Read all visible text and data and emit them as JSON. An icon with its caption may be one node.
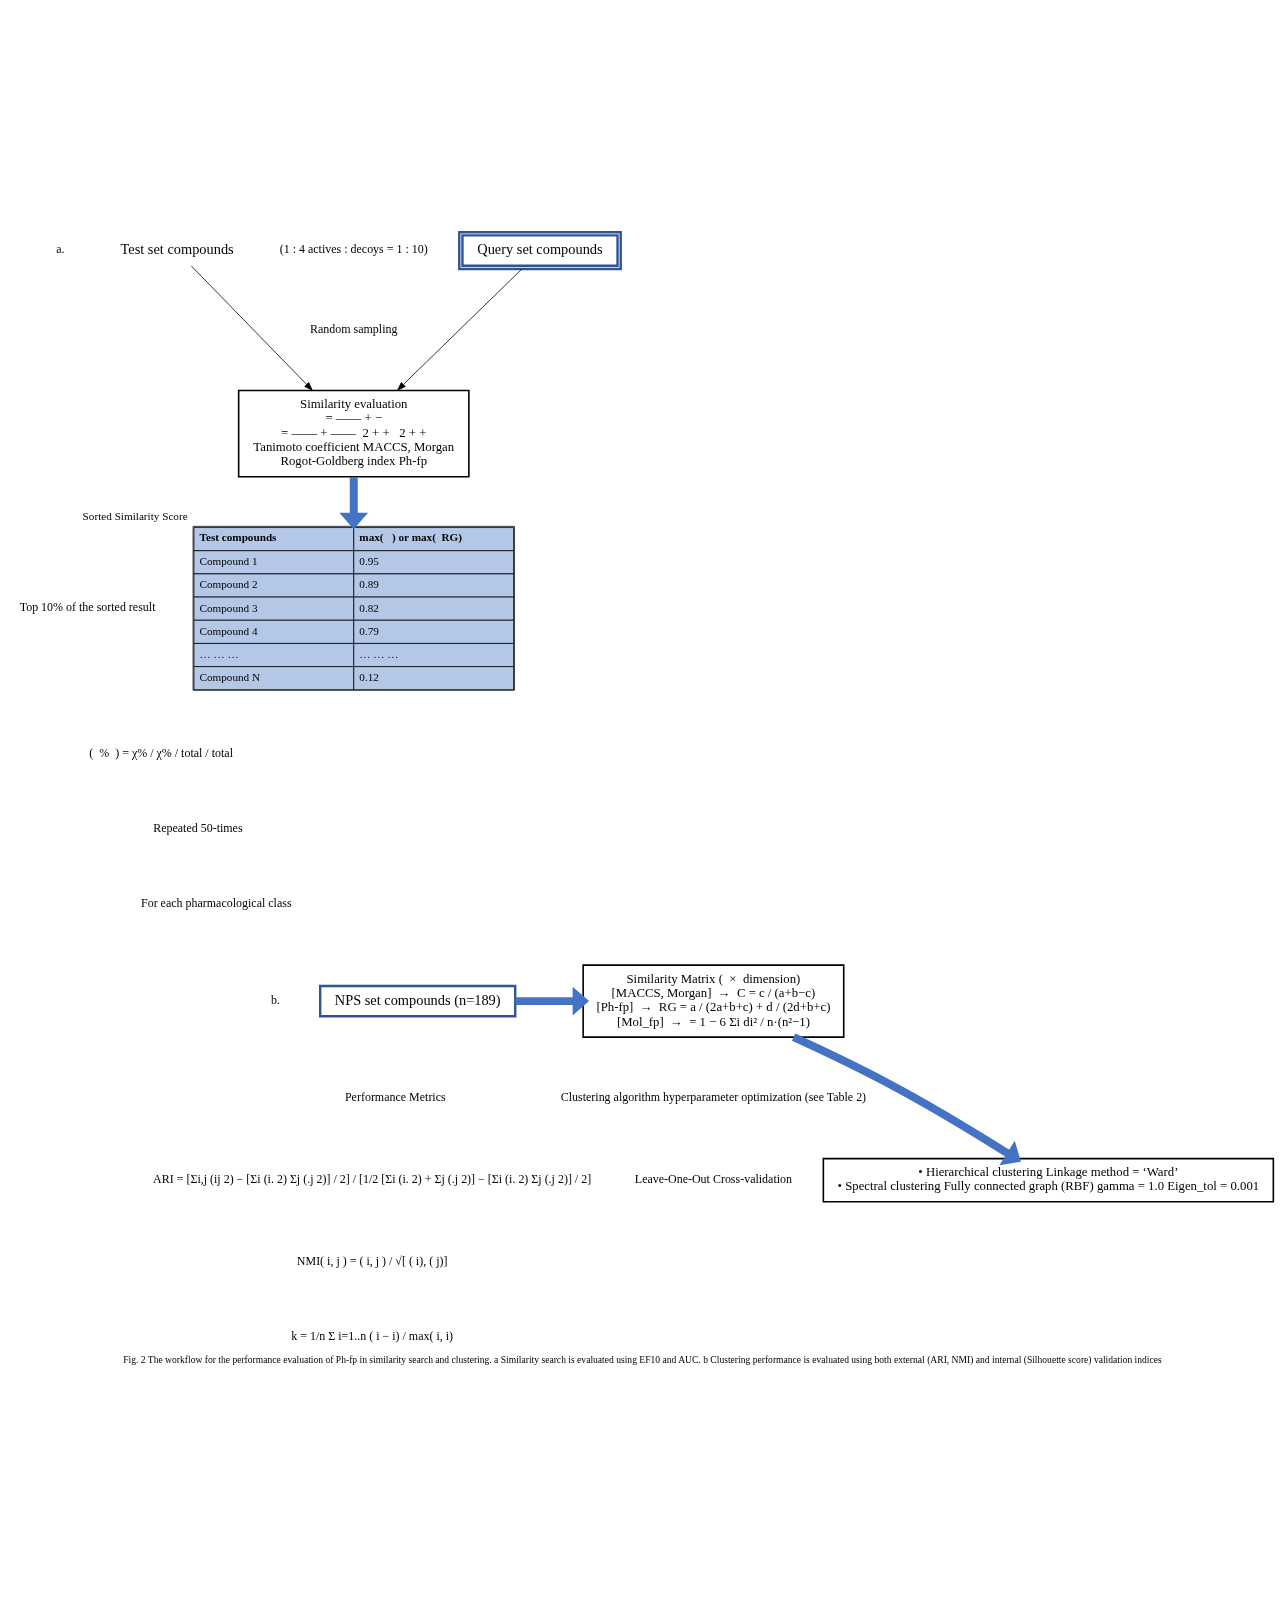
{
  "diagram": {
    "caption": "Fig. 2 The workflow for the performance evaluation of Ph-fp in similarity search and clustering. a Similarity search is evaluated using EF10 and AUC. b Clustering performance is evaluated using both external (ARI, NMI) and internal (Silhouette score) validation indices",
    "nodes": [
      {
        "text": [
          "Test set compounds"
        ]
      },
      {
        "text": [
          "Query set compounds"
        ]
      },
      {
        "text": [
          "Similarity evaluation",
          "= —— + −",
          "= —— + ——  2 + +   2 + +",
          "Tanimoto coefficient MACCS, Morgan",
          "Rogot-Goldberg index Ph-fp"
        ]
      },
      {
        "text": [
          "Test compounds",
          "max(   ) or max(  RG)",
          "Compound 1",
          "0.95",
          "Compound 2",
          "0.89",
          "Compound 3",
          "0.82",
          "Compound 4",
          "0.79",
          "… … …",
          "… … …",
          "Compound N",
          "0.12"
        ],
        "beside": [
          "Sorted Similarity Score"
        ]
      },
      {
        "text": [
          "NPS set compounds (n=189)"
        ]
      },
      {
        "text": [
          "Similarity Matrix (  ×  dimension)",
          "[MACCS, Morgan]  →  C = c / (a+b−c)",
          "[Ph-fp]  →  RG = a / (2a+b+c) + d / (2d+b+c)",
          "[Mol_fp]  →  = 1 − 6 Σi di² / n·(n²−1)"
        ]
      },
      {
        "text": [
          "• Hierarchical clustering Linkage method = ‘Ward’",
          "• Spectral clustering Fully connected graph (RBF) gamma = 1.0 Eigen_tol = 0.001"
        ]
      }
    ],
    "edges": [
      {
        "from": 0,
        "to": 2,
        "arrow": "to",
        "color": "#000000"
      },
      {
        "from": 1,
        "to": 2,
        "arrow": "to",
        "color": "#000000"
      },
      {
        "from": 2,
        "to": 3,
        "arrow": "to",
        "color": "#4472c4"
      },
      {
        "from": 4,
        "to": 5,
        "arrow": "to",
        "color": "#4472c4"
      },
      {
        "from": 5,
        "to": 6,
        "arrow": "to",
        "color": "#4472c4"
      }
    ],
    "labels": [
      "a.",
      "(1 : 4 actives : decoys = 1 : 10)",
      "Random sampling",
      "Top 10% of the sorted result",
      "(  %  ) = χ% / χ% / total / total",
      "Repeated 50-times",
      "For each pharmacological class",
      "b.",
      "Clustering algorithm hyperparameter optimization (see Table 2)",
      "Leave-One-Out Cross-validation",
      "Performance Metrics",
      "ARI = [Σi,j (ij 2) − [Σi (i. 2) Σj (.j 2)] / 2] / [1/2 [Σi (i. 2) + Σj (.j 2)] − [Σi (i. 2) Σj (.j 2)] / 2]",
      "NMI( i, j ) = ( i, j ) / √[ ( i), ( j)]",
      "k = 1/n Σ i=1..n ( i − i) / max( i, i)"
    ]
  }
}
